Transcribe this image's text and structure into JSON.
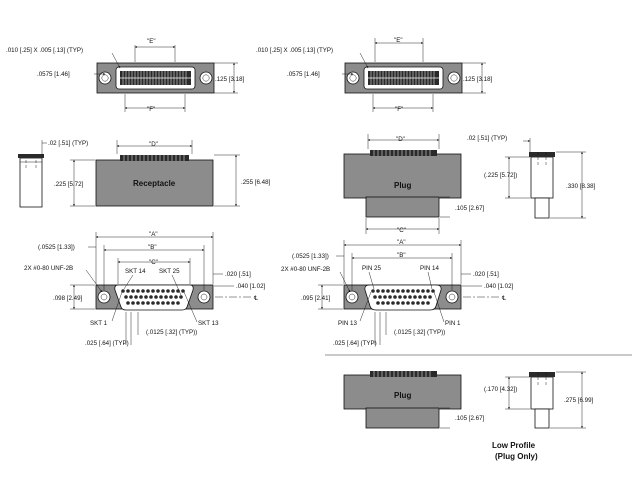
{
  "dims": {
    "e": "\"E\"",
    "f": "\"F\"",
    "d": "\"D\"",
    "c": "\"C\"",
    "a": "\"A\"",
    "b": "\"B\"",
    "pin_pitch": ".010 [.25] X .005 [.13] (TYP)",
    "flange_off": ".0575 [1.46]",
    "flange_h": ".125 [3.18]",
    "side_typ": ".02 [.51] (TYP)",
    "rec_h": ".225 [5.72]",
    "rec_total": ".255 [6.48]",
    "plug_h": "(.225 [5.72])",
    "plug_total": ".330 [8.38]",
    "plug_tail": ".105 [2.67]",
    "lp_h": "(.170 [4.32])",
    "lp_total": ".275 [6.99]",
    "ear_off": "(.0525 [1.33])",
    "thread": "2X #0-80 UNF-2B",
    "rec_face_h": ".098 [2.49]",
    "plug_face_h": ".095 [2.41]",
    "flange_w": ".020 [.51]",
    "flange_t": ".040 [1.02]",
    "row_pitch": ".025 [.64] (TYP)",
    "stagger": "(.0125 [.32] (TYP))",
    "centerline": "℄"
  },
  "labels": {
    "receptacle": "Receptacle",
    "plug": "Plug",
    "low_profile_1": "Low Profile",
    "low_profile_2": "(Plug Only)",
    "skt14": "SKT 14",
    "skt25": "SKT 25",
    "skt1": "SKT 1",
    "skt13": "SKT 13",
    "pin25": "PIN 25",
    "pin14": "PIN 14",
    "pin13": "PIN 13",
    "pin1": "PIN 1"
  }
}
